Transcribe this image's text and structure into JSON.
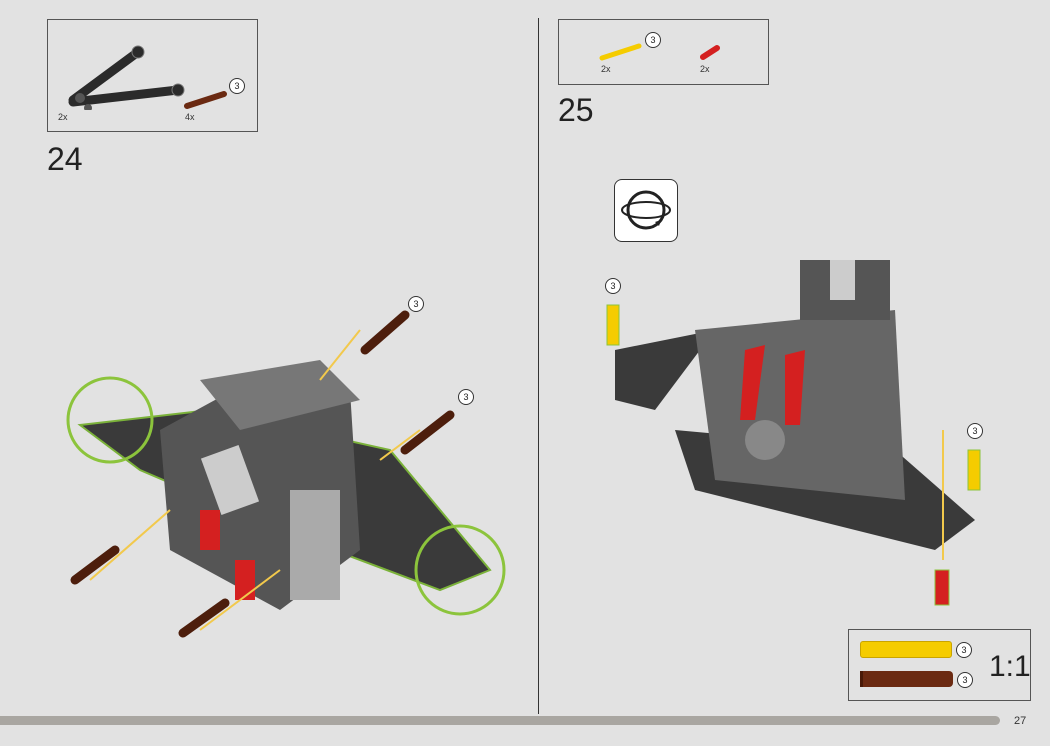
{
  "page_number": "27",
  "steps": [
    {
      "number": "24",
      "parts": [
        {
          "name": "wishbone-arm",
          "quantity": "2x"
        },
        {
          "name": "axle-pin-brown",
          "quantity": "4x",
          "callout": "3"
        }
      ],
      "callouts": [
        "3",
        "3"
      ]
    },
    {
      "number": "25",
      "parts": [
        {
          "name": "axle-yellow",
          "quantity": "2x",
          "callout": "3"
        },
        {
          "name": "pin-red",
          "quantity": "2x"
        }
      ],
      "callouts": [
        "3",
        "3"
      ],
      "rotate_icon": "rotate-model-icon"
    }
  ],
  "scale_box": {
    "label": "1:1",
    "items": [
      {
        "name": "yellow-axle",
        "callout": "3",
        "color": "#f5cc00"
      },
      {
        "name": "brown-pin",
        "callout": "3",
        "color": "#6b2a12"
      }
    ]
  },
  "colors": {
    "background": "#e2e2e2",
    "progress": "#a9a6a1",
    "highlight": "#8cc43c"
  }
}
